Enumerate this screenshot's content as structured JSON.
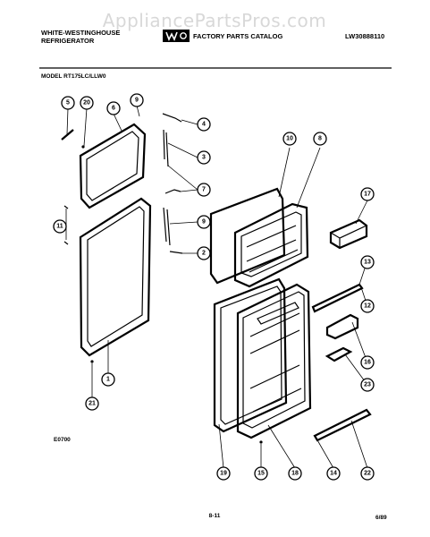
{
  "watermark": "AppliancePartsPros.com",
  "header": {
    "brand_line1": "WHITE-WESTINGHOUSE",
    "brand_line2": "REFRIGERATOR",
    "catalog_title": "FACTORY PARTS CATALOG",
    "catalog_number": "LW30888110"
  },
  "model_line": "MODEL RT175LC/LLW0",
  "diagram_code": "E0700",
  "page_number": "8-11",
  "date_code": "6/89",
  "callouts": [
    "5",
    "20",
    "6",
    "9",
    "4",
    "3",
    "7",
    "9",
    "2",
    "11",
    "1",
    "21",
    "10",
    "8",
    "17",
    "13",
    "12",
    "16",
    "23",
    "19",
    "15",
    "18",
    "14",
    "22"
  ]
}
